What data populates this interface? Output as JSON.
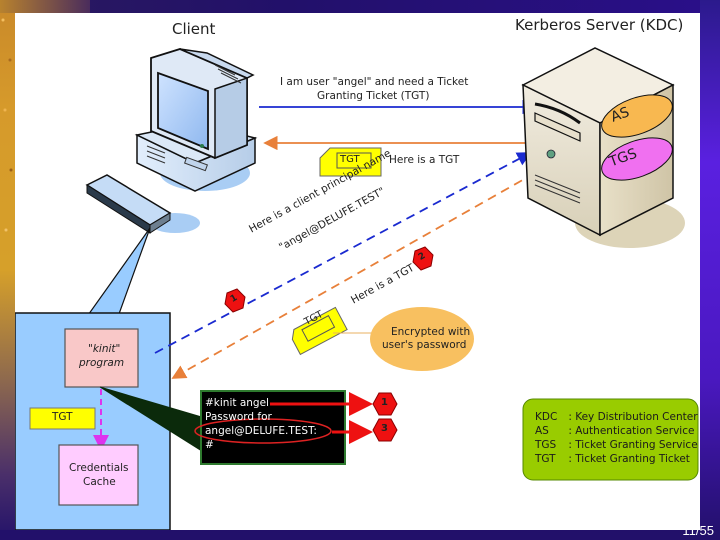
{
  "slide": {
    "page_number": "11/55"
  },
  "diagram": {
    "client_title": "Client",
    "server_title": "Kerberos Server (KDC)",
    "server_services": {
      "as": "AS",
      "tgs": "TGS"
    },
    "messages": {
      "request_line1": "I am user \"angel\" and need a Ticket",
      "request_line2": "Granting Ticket (TGT)",
      "reply_tgt": "Here is a TGT",
      "ticket_label": "TGT",
      "principal_line1": "Here is a client principal name",
      "principal_line2": "\"angel@DELUFE.TEST\"",
      "diag_reply": "Here is a TGT",
      "encrypted_line1": "Encrypted with",
      "encrypted_line2": "user's password"
    },
    "steps": {
      "step1": "1",
      "step2": "2",
      "step3": "3"
    },
    "client_box": {
      "kinit_line1": "\"kinit\"",
      "kinit_line2": "program",
      "tgt_label": "TGT",
      "cache_line1": "Credentials",
      "cache_line2": "Cache"
    },
    "terminal": {
      "lines": [
        "#kinit angel",
        "Password for",
        "angel@DELUFE.TEST:",
        "#"
      ]
    },
    "legend": {
      "items": [
        {
          "abbr": "KDC",
          "desc": "Key Distribution Center"
        },
        {
          "abbr": "AS",
          "desc": "Authentication Service"
        },
        {
          "abbr": "TGS",
          "desc": "Ticket Granting Service"
        },
        {
          "abbr": "TGT",
          "desc": "Ticket Granting Ticket"
        }
      ]
    },
    "colors": {
      "request_arrow": "#1a2ad0",
      "reply_arrow": "#e8803a",
      "ticket_yellow": "#ffff00",
      "as_oval": "#f8b850",
      "tgs_oval": "#f070f0",
      "client_panel": "#99ccff",
      "kinit_box": "#f9c8c8",
      "cache_box": "#ffccff",
      "legend_bg": "#99cc00",
      "step_hex": "#ee1111",
      "encrypted_oval": "#f8c060"
    }
  }
}
